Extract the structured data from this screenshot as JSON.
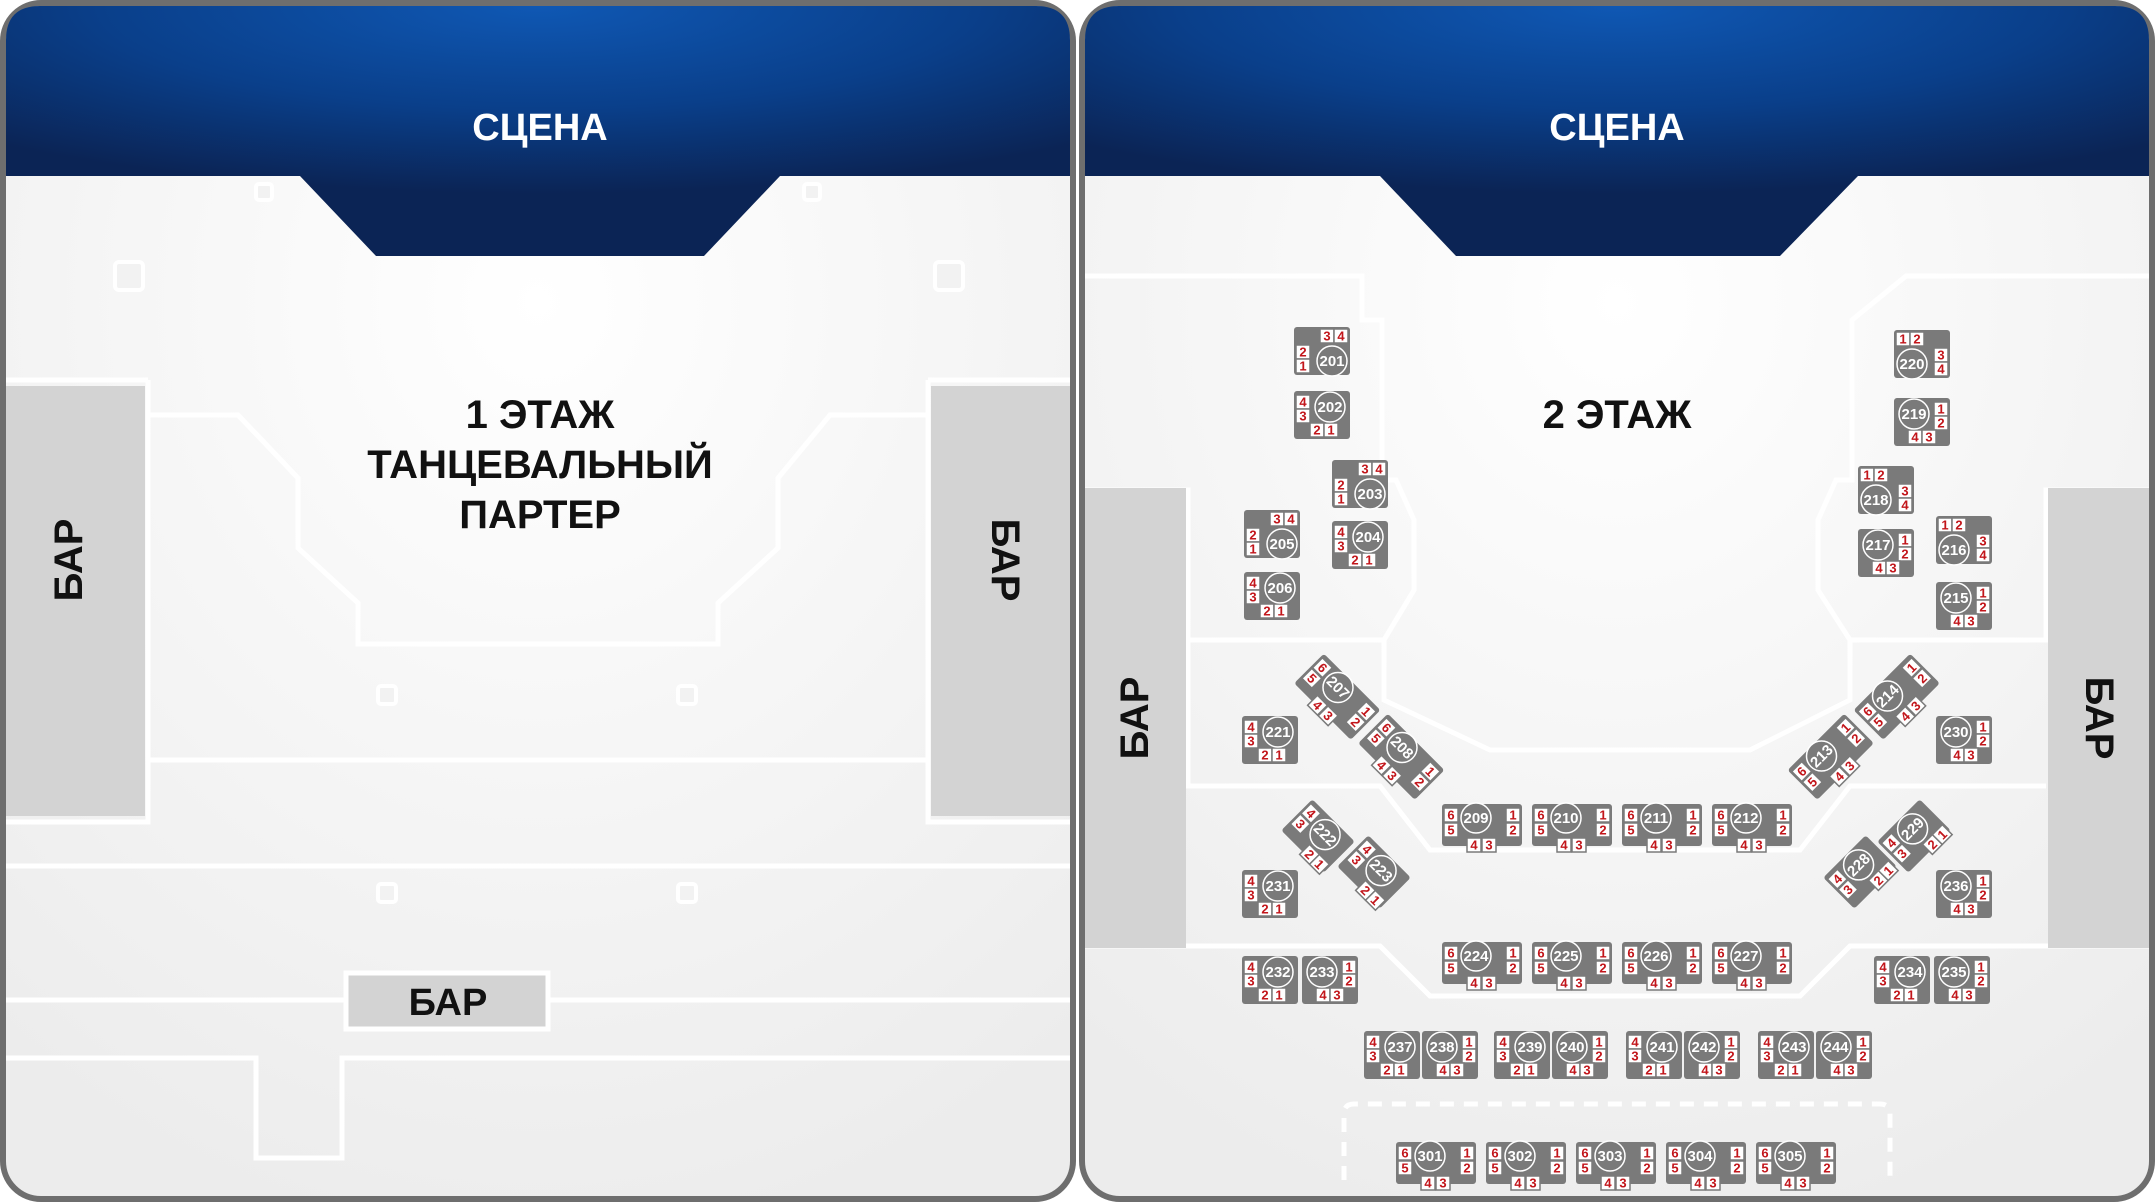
{
  "floor1": {
    "stage": "СЦЕНА",
    "title_line1": "1 ЭТАЖ",
    "title_line2": "ТАНЦЕВАЛЬНЫЙ",
    "title_line3": "ПАРТЕР",
    "bar_left": "БАР",
    "bar_right": "БАР",
    "bar_bottom": "БАР"
  },
  "floor2": {
    "stage": "СЦЕНА",
    "title": "2 ЭТАЖ",
    "bar_left": "БАР",
    "bar_right": "БАР"
  },
  "colors": {
    "stage_dark": "#0c2a63",
    "stage_light": "#0f58b4",
    "frame": "#6e6e6e",
    "floor": "#f0f0f0",
    "bar": "#d3d3d3",
    "table": "#7a7a7a",
    "seat_number": "#c2161b",
    "text": "#111111"
  },
  "tables": [
    {
      "id": "201",
      "seats": [
        "1",
        "2",
        "3",
        "4"
      ]
    },
    {
      "id": "202",
      "seats": [
        "1",
        "2",
        "3",
        "4"
      ]
    },
    {
      "id": "203",
      "seats": [
        "1",
        "2",
        "3",
        "4"
      ]
    },
    {
      "id": "204",
      "seats": [
        "1",
        "2",
        "3",
        "4"
      ]
    },
    {
      "id": "205",
      "seats": [
        "1",
        "2",
        "3",
        "4"
      ]
    },
    {
      "id": "206",
      "seats": [
        "1",
        "2",
        "3",
        "4"
      ]
    },
    {
      "id": "207",
      "seats": [
        "1",
        "2",
        "3",
        "4",
        "5",
        "6"
      ]
    },
    {
      "id": "208",
      "seats": [
        "1",
        "2",
        "3",
        "4",
        "5",
        "6"
      ]
    },
    {
      "id": "209",
      "seats": [
        "1",
        "2",
        "3",
        "4",
        "5",
        "6"
      ]
    },
    {
      "id": "210",
      "seats": [
        "1",
        "2",
        "3",
        "4",
        "5",
        "6"
      ]
    },
    {
      "id": "211",
      "seats": [
        "1",
        "2",
        "3",
        "4",
        "5",
        "6"
      ]
    },
    {
      "id": "212",
      "seats": [
        "1",
        "2",
        "3",
        "4",
        "5",
        "6"
      ]
    },
    {
      "id": "213",
      "seats": [
        "1",
        "2",
        "3",
        "4",
        "5",
        "6"
      ]
    },
    {
      "id": "214",
      "seats": [
        "1",
        "2",
        "3",
        "4",
        "5",
        "6"
      ]
    },
    {
      "id": "215",
      "seats": [
        "1",
        "2",
        "3",
        "4"
      ]
    },
    {
      "id": "216",
      "seats": [
        "1",
        "2",
        "3",
        "4"
      ]
    },
    {
      "id": "217",
      "seats": [
        "1",
        "2",
        "3",
        "4"
      ]
    },
    {
      "id": "218",
      "seats": [
        "1",
        "2",
        "3",
        "4"
      ]
    },
    {
      "id": "219",
      "seats": [
        "1",
        "2",
        "3",
        "4"
      ]
    },
    {
      "id": "220",
      "seats": [
        "1",
        "2",
        "3",
        "4"
      ]
    },
    {
      "id": "221",
      "seats": [
        "1",
        "2",
        "3",
        "4"
      ]
    },
    {
      "id": "222",
      "seats": [
        "1",
        "2",
        "3",
        "4"
      ]
    },
    {
      "id": "223",
      "seats": [
        "1",
        "2",
        "3",
        "4"
      ]
    },
    {
      "id": "224",
      "seats": [
        "1",
        "2",
        "3",
        "4",
        "5",
        "6"
      ]
    },
    {
      "id": "225",
      "seats": [
        "1",
        "2",
        "3",
        "4",
        "5",
        "6"
      ]
    },
    {
      "id": "226",
      "seats": [
        "1",
        "2",
        "3",
        "4",
        "5",
        "6"
      ]
    },
    {
      "id": "227",
      "seats": [
        "1",
        "2",
        "3",
        "4",
        "5",
        "6"
      ]
    },
    {
      "id": "228",
      "seats": [
        "1",
        "2",
        "3",
        "4"
      ]
    },
    {
      "id": "229",
      "seats": [
        "1",
        "2",
        "3",
        "4"
      ]
    },
    {
      "id": "230",
      "seats": [
        "1",
        "2",
        "3",
        "4"
      ]
    },
    {
      "id": "231",
      "seats": [
        "1",
        "2",
        "3",
        "4"
      ]
    },
    {
      "id": "232",
      "seats": [
        "1",
        "2",
        "3",
        "4"
      ]
    },
    {
      "id": "233",
      "seats": [
        "1",
        "2",
        "3",
        "4"
      ]
    },
    {
      "id": "234",
      "seats": [
        "1",
        "2",
        "3",
        "4"
      ]
    },
    {
      "id": "235",
      "seats": [
        "1",
        "2",
        "3",
        "4"
      ]
    },
    {
      "id": "236",
      "seats": [
        "1",
        "2",
        "3",
        "4"
      ]
    },
    {
      "id": "237",
      "seats": [
        "1",
        "2",
        "3",
        "4"
      ]
    },
    {
      "id": "238",
      "seats": [
        "1",
        "2",
        "3",
        "4"
      ]
    },
    {
      "id": "239",
      "seats": [
        "1",
        "2",
        "3",
        "4"
      ]
    },
    {
      "id": "240",
      "seats": [
        "1",
        "2",
        "3",
        "4"
      ]
    },
    {
      "id": "241",
      "seats": [
        "1",
        "2",
        "3",
        "4"
      ]
    },
    {
      "id": "242",
      "seats": [
        "1",
        "2",
        "3",
        "4"
      ]
    },
    {
      "id": "243",
      "seats": [
        "1",
        "2",
        "3",
        "4"
      ]
    },
    {
      "id": "244",
      "seats": [
        "1",
        "2",
        "3",
        "4"
      ]
    },
    {
      "id": "301",
      "seats": [
        "1",
        "2",
        "3",
        "4",
        "5",
        "6"
      ]
    },
    {
      "id": "302",
      "seats": [
        "1",
        "2",
        "3",
        "4",
        "5",
        "6"
      ]
    },
    {
      "id": "303",
      "seats": [
        "1",
        "2",
        "3",
        "4",
        "5",
        "6"
      ]
    },
    {
      "id": "304",
      "seats": [
        "1",
        "2",
        "3",
        "4",
        "5",
        "6"
      ]
    },
    {
      "id": "305",
      "seats": [
        "1",
        "2",
        "3",
        "4",
        "5",
        "6"
      ]
    }
  ]
}
